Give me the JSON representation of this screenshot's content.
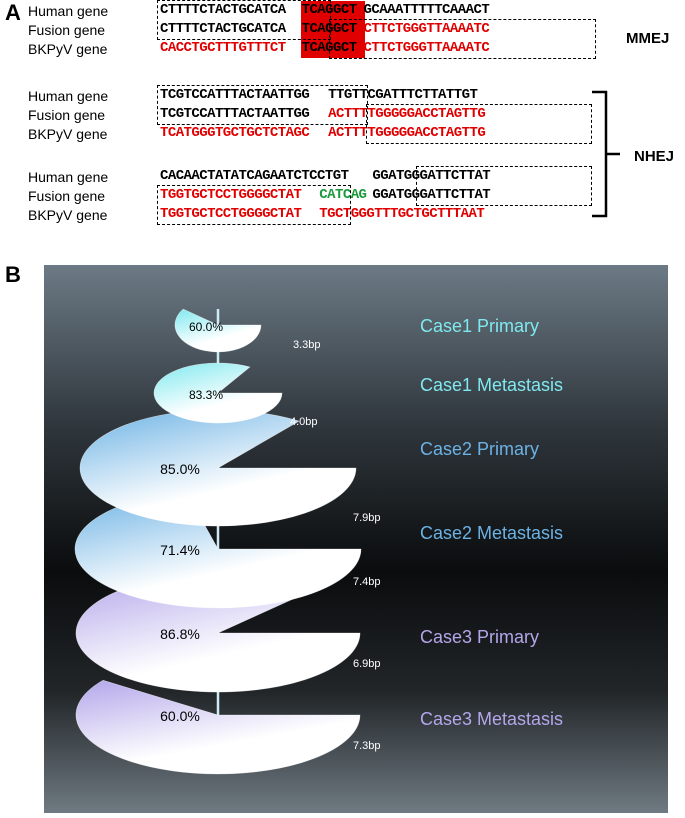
{
  "panel_a": {
    "label": "A",
    "groups": [
      {
        "type": "MMEJ",
        "rows": [
          {
            "label": "Human gene",
            "seq": [
              {
                "t": "CTTTTCTACTGCATCA",
                "c": "#000000"
              },
              {
                "t": "TCAGGCT",
                "c": "#000000",
                "hl": true
              },
              {
                "t": "GCAAATTTTTCAAACT",
                "c": "#000000"
              }
            ]
          },
          {
            "label": "Fusion gene",
            "seq": [
              {
                "t": "CTTTTCTACTGCATCA",
                "c": "#000000"
              },
              {
                "t": "TCAGGCT",
                "c": "#000000",
                "hl": true
              },
              {
                "t": "CTTCTGGGTTAAAATC",
                "c": "#e00000"
              }
            ]
          },
          {
            "label": "BKPyV gene",
            "seq": [
              {
                "t": "CACCTGCTTTGTTTCT",
                "c": "#e00000"
              },
              {
                "t": "TCAGGCT",
                "c": "#000000",
                "hl": true
              },
              {
                "t": "CTTCTGGGTTAAAATC",
                "c": "#e00000"
              }
            ]
          }
        ]
      },
      {
        "type": "NHEJ",
        "rows": [
          {
            "label": "Human gene",
            "seq": [
              {
                "t": "TCGTCCATTTACTAATTGG",
                "c": "#000000"
              },
              {
                "t": "TTGTTCGATTTCTTATTGT",
                "c": "#000000"
              }
            ]
          },
          {
            "label": "Fusion gene",
            "seq": [
              {
                "t": "TCGTCCATTTACTAATTGG",
                "c": "#000000"
              },
              {
                "t": "ACTTTTGGGGGACCTAGTTG",
                "c": "#e00000"
              }
            ]
          },
          {
            "label": "BKPyV gene",
            "seq": [
              {
                "t": "TCATGGGTGCTGCTCTAGC",
                "c": "#e00000"
              },
              {
                "t": "ACTTTTGGGGGACCTAGTTG",
                "c": "#e00000"
              }
            ]
          }
        ]
      },
      {
        "type": "NHEJ",
        "rows": [
          {
            "label": "Human gene",
            "seq": [
              {
                "t": "CACAACTATATCAGAATCTCCTGT",
                "c": "#000000"
              },
              {
                "t": "GGATGGGATTCTTAT",
                "c": "#000000"
              }
            ]
          },
          {
            "label": "Fusion gene",
            "seq": [
              {
                "t": "TGGTGCTCCTGGGGCTAT",
                "c": "#e00000"
              },
              {
                "t": "CATCAG",
                "c": "#1a9a3a"
              },
              {
                "t": "GGATGGGATTCTTAT",
                "c": "#000000"
              }
            ]
          },
          {
            "label": "BKPyV gene",
            "seq": [
              {
                "t": "TGGTGCTCCTGGGGCTAT",
                "c": "#e00000"
              },
              {
                "t": "TGCTGGGTTTGCTGCTTTAAT",
                "c": "#e00000"
              }
            ]
          }
        ]
      }
    ],
    "side_labels": {
      "mmej": "MMEJ",
      "nhej": "NHEJ"
    }
  },
  "panel_b": {
    "label": "B",
    "colors": {
      "cyan": "#7fe9ef",
      "blue": "#6cb2e4",
      "purple": "#b3a6ea"
    },
    "cases": [
      {
        "name": "Case1 Primary",
        "percent": 60.0,
        "percent_label": "60.0%",
        "length_label": "3.3bp",
        "color": "#7fe9ef"
      },
      {
        "name": "Case1 Metastasis",
        "percent": 83.3,
        "percent_label": "83.3%",
        "length_label": "4.0bp",
        "color": "#7fe9ef"
      },
      {
        "name": "Case2 Primary",
        "percent": 85.0,
        "percent_label": "85.0%",
        "length_label": "7.9bp",
        "color": "#6cb2e4"
      },
      {
        "name": "Case2 Metastasis",
        "percent": 71.4,
        "percent_label": "71.4%",
        "length_label": "7.4bp",
        "color": "#6cb2e4"
      },
      {
        "name": "Case3 Primary",
        "percent": 86.8,
        "percent_label": "86.8%",
        "length_label": "6.9bp",
        "color": "#b3a6ea"
      },
      {
        "name": "Case3 Metastasis",
        "percent": 60.0,
        "percent_label": "60.0%",
        "length_label": "7.3bp",
        "color": "#b3a6ea"
      }
    ]
  }
}
